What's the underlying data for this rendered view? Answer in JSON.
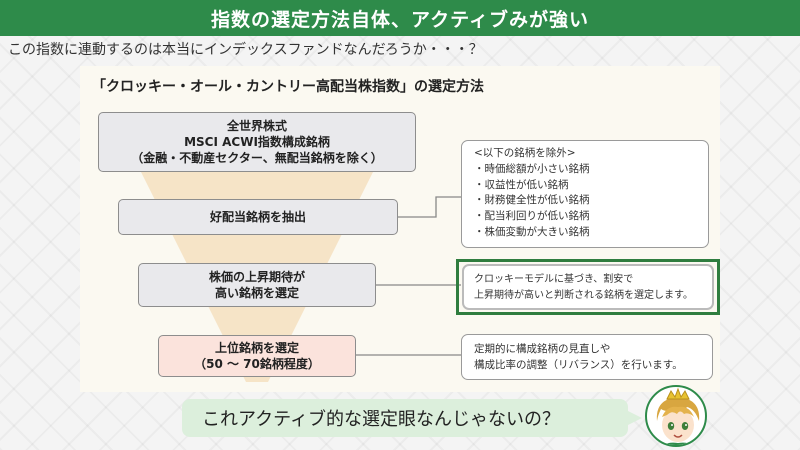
{
  "header": {
    "title": "指数の選定方法自体、アクティブみが強い"
  },
  "subtitle": "この指数に連動するのは本当にインデックスファンドなんだろうか・・・？",
  "panel": {
    "title": "「クロッキー・オール・カントリー高配当株指数」の選定方法",
    "steps": [
      {
        "lines": [
          "全世界株式",
          "MSCI ACWI指数構成銘柄",
          "（金融・不動産セクター、無配当銘柄を除く）"
        ]
      },
      {
        "lines": [
          "好配当銘柄を抽出"
        ]
      },
      {
        "lines": [
          "株価の上昇期待が",
          "高い銘柄を選定"
        ]
      },
      {
        "lines": [
          "上位銘柄を選定",
          "（50 ～ 70銘柄程度）"
        ]
      }
    ],
    "notes": [
      {
        "lines": [
          "<以下の銘柄を除外>",
          "・時価総額が小さい銘柄",
          "・収益性が低い銘柄",
          "・財務健全性が低い銘柄",
          "・配当利回りが低い銘柄",
          "・株価変動が大きい銘柄"
        ]
      },
      {
        "lines": [
          "クロッキーモデルに基づき、割安で",
          "上昇期待が高いと判断される銘柄を選定します。"
        ]
      },
      {
        "lines": [
          "定期的に構成銘柄の見直しや",
          "構成比率の調整（リバランス）を行います。"
        ]
      }
    ]
  },
  "bubble": {
    "text": "これアクティブ的な選定眼なんじゃないの？"
  },
  "colors": {
    "header": "#2e8b4a",
    "funnel": "#f6e4c7",
    "step_box": "#e9e9ec",
    "final_box": "#fbe3dc",
    "highlight": "#2f7d3f",
    "bubble": "#dcefdc"
  },
  "icons": {
    "avatar": "character-avatar"
  }
}
